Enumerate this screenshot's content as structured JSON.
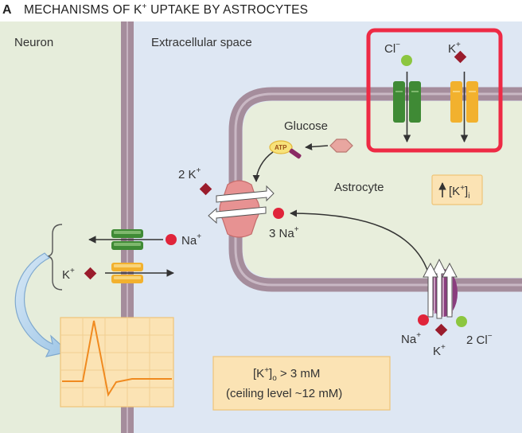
{
  "figure": {
    "panel_letter": "A",
    "title_pre": "MECHANISMS OF K",
    "title_sup": "+",
    "title_post": " UPTAKE BY ASTROCYTES"
  },
  "regions": {
    "neuron": "Neuron",
    "extracellular": "Extracellular space",
    "astrocyte": "Astrocyte"
  },
  "labels": {
    "glucose": "Glucose",
    "atp": "ATP",
    "pump_k_count": "2 K",
    "pump_na_count": "3 Na",
    "plus": "+",
    "minus": "−",
    "na": "Na",
    "k": "K",
    "cl": "Cl",
    "cl_count": "2 Cl",
    "ik_open": "[K",
    "ik_close": "]",
    "ik_sub": "i",
    "ceiling_open": "[K",
    "ceiling_close": "]",
    "ceiling_sub": "o",
    "ceiling_value": " > 3 mM",
    "ceiling_line2": "(ceiling level ~12 mM)"
  },
  "colors": {
    "neuron_bg": "#e6eddb",
    "extracellular_bg": "#dee7f3",
    "astrocyte_bg": "#e8eedc",
    "membrane": "#a58d9c",
    "membrane_dark": "#7d6678",
    "na_ion": "#e0243a",
    "k_ion": "#9a1c2c",
    "cl_ion": "#8cc63f",
    "cl_channel": "#3f8a35",
    "k_channel": "#f2b12e",
    "pump": "#e79292",
    "cotransporter": "#8a3d7e",
    "glucose": "#e8a6a0",
    "box_fill": "#fbe3b4",
    "box_stroke": "#efc477",
    "trace": "#f08a1f",
    "highlight": "#ee2a45"
  }
}
